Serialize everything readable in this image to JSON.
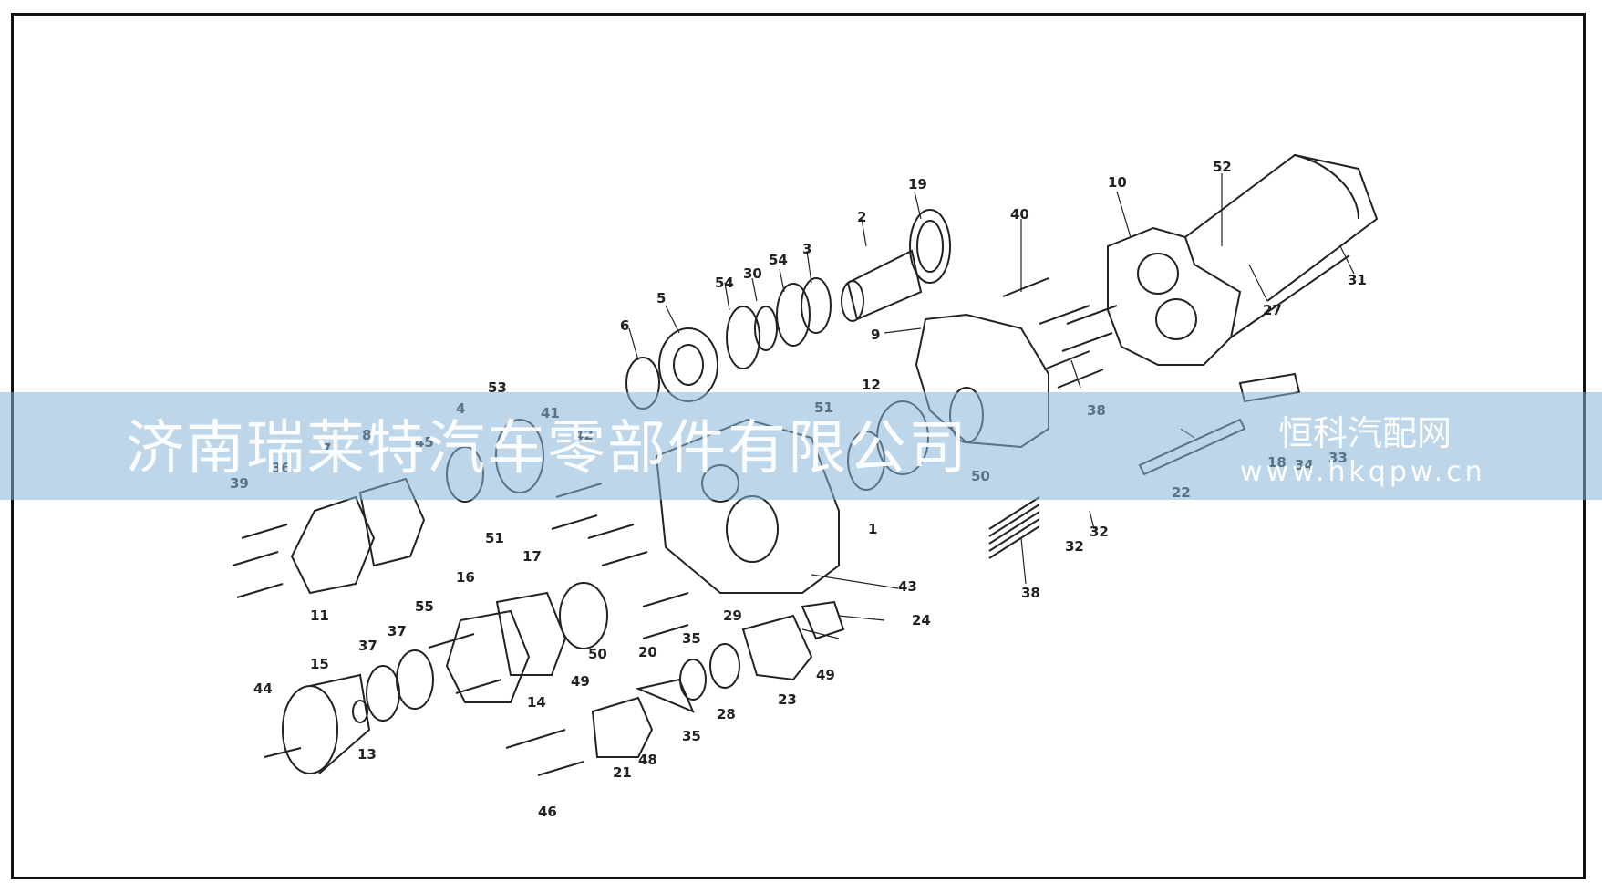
{
  "watermark": {
    "company": "济南瑞莱特汽车零部件有限公司",
    "site_name": "恒科汽配网",
    "site_url": "www.hkqpw.cn"
  },
  "labels": {
    "n1": "1",
    "n2": "2",
    "n3": "3",
    "n4": "4",
    "n5": "5",
    "n6": "6",
    "n7": "7",
    "n8": "8",
    "n9": "9",
    "n10": "10",
    "n11": "11",
    "n12": "12",
    "n13": "13",
    "n14": "14",
    "n15": "15",
    "n16": "16",
    "n17": "17",
    "n18": "18",
    "n19": "19",
    "n20": "20",
    "n21": "21",
    "n22": "22",
    "n23": "23",
    "n24": "24",
    "n27": "27",
    "n28": "28",
    "n29": "29",
    "n30": "30",
    "n31": "31",
    "n32": "32",
    "n33": "33",
    "n34": "34",
    "n35": "35",
    "n36": "36",
    "n37": "37",
    "n38": "38",
    "n39": "39",
    "n40": "40",
    "n41": "41",
    "n42": "42",
    "n43": "43",
    "n44": "44",
    "n45": "45",
    "n46": "46",
    "n48": "48",
    "n49": "49",
    "n50": "50",
    "n51": "51",
    "n52": "52",
    "n53": "53",
    "n54": "54",
    "n55": "55"
  },
  "colors": {
    "line": "#222222",
    "banner": "#87b4d7"
  }
}
